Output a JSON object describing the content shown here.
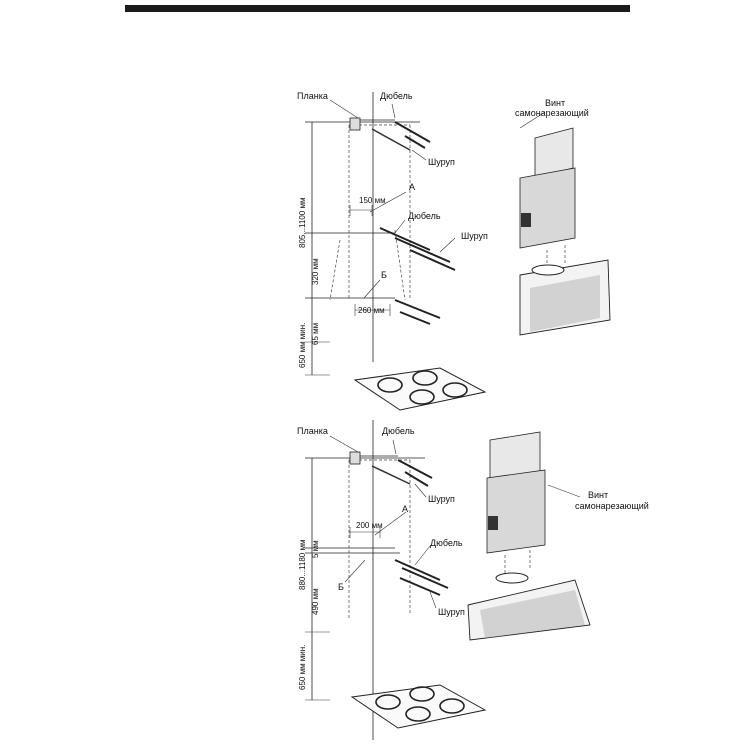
{
  "diagram_top": {
    "label_planka": "Планка",
    "label_dubel_1": "Дюбель",
    "label_shurup_1": "Шуруп",
    "label_a": "А",
    "dim_width_a": "150 мм",
    "label_dubel_2": "Дюбель",
    "label_shurup_2": "Шуруп",
    "label_b": "Б",
    "dim_width_b": "260 мм",
    "dim_height_total": "805...1100 мм",
    "dim_height_mid": "320 мм",
    "dim_height_bottom": "65 мм",
    "dim_height_min": "650 мм мин.",
    "label_screw": "Винт",
    "label_screw_type": "самонарезающий"
  },
  "diagram_bottom": {
    "label_planka": "Планка",
    "label_dubel_1": "Дюбель",
    "label_shurup_1": "Шуруп",
    "label_a": "А",
    "dim_width_a": "200 мм",
    "label_dubel_2": "Дюбель",
    "label_shurup_2": "Шуруп",
    "label_b": "Б",
    "dim_height_total": "880...1180 мм",
    "dim_height_small": "5 мм",
    "dim_height_mid": "490 мм",
    "dim_height_min": "650 мм мин.",
    "label_screw": "Винт",
    "label_screw_type": "самонарезающий"
  }
}
